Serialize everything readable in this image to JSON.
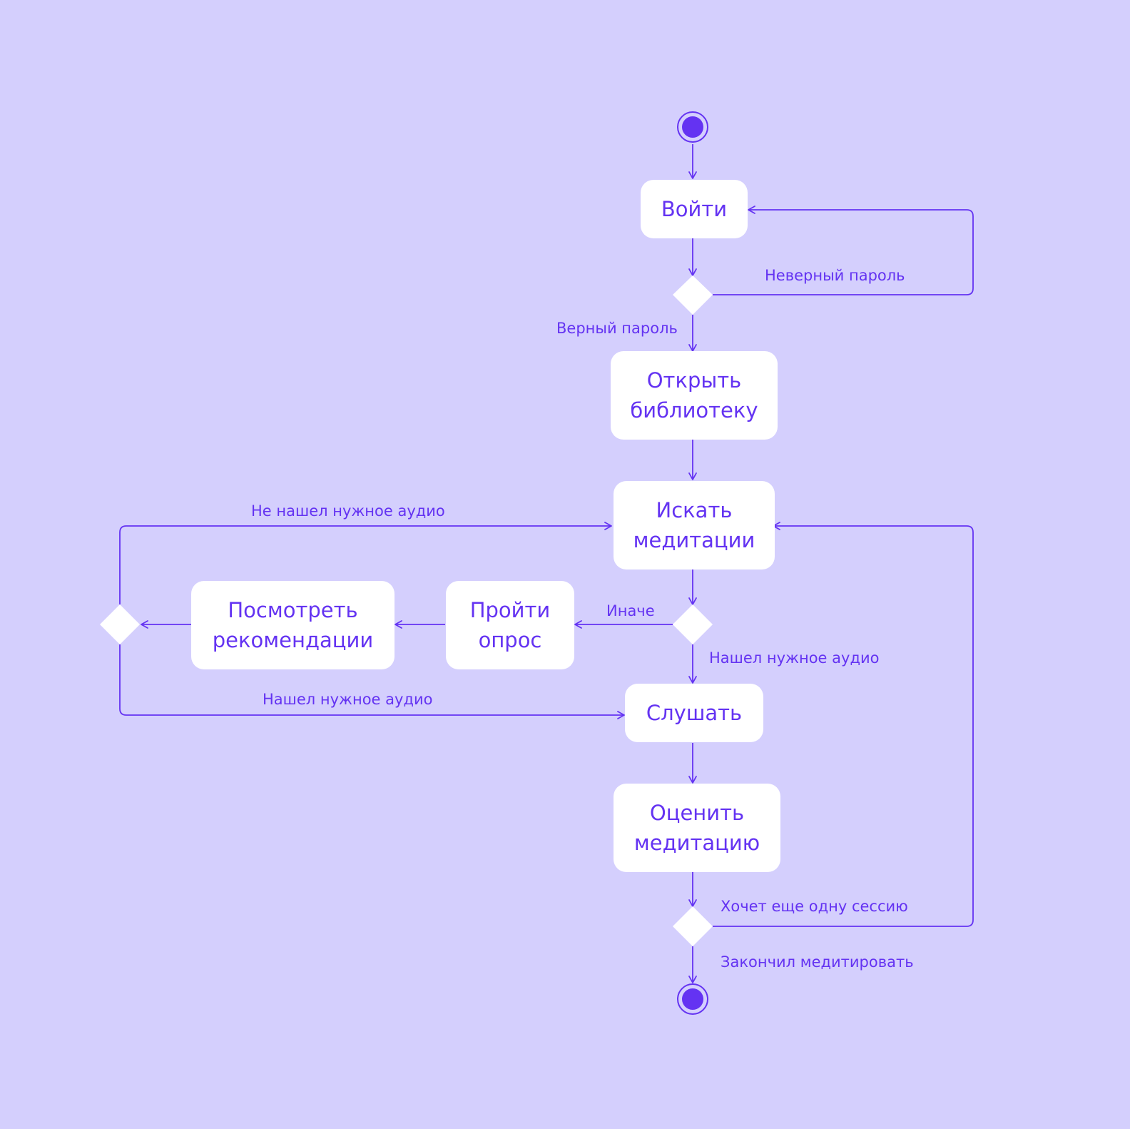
{
  "colors": {
    "background": "#d4cffd",
    "accent": "#6433f2",
    "node_fill": "#ffffff"
  },
  "nodes": {
    "login": [
      "Войти"
    ],
    "open_library": [
      "Открыть",
      "библиотеку"
    ],
    "search": [
      "Искать",
      "медитации"
    ],
    "survey": [
      "Пройти",
      "опрос"
    ],
    "recommendations": [
      "Посмотреть",
      "рекомендации"
    ],
    "listen": [
      "Слушать"
    ],
    "rate": [
      "Оценить",
      "медитацию"
    ]
  },
  "edge_labels": {
    "wrong_password": "Неверный пароль",
    "right_password": "Верный пароль",
    "not_found": "Не нашел нужное аудио",
    "otherwise": "Иначе",
    "found_right": "Нашел нужное аудио",
    "found_left": "Нашел нужное аудио",
    "another_session": "Хочет еще одну сессию",
    "finished": "Закончил медитировать"
  }
}
